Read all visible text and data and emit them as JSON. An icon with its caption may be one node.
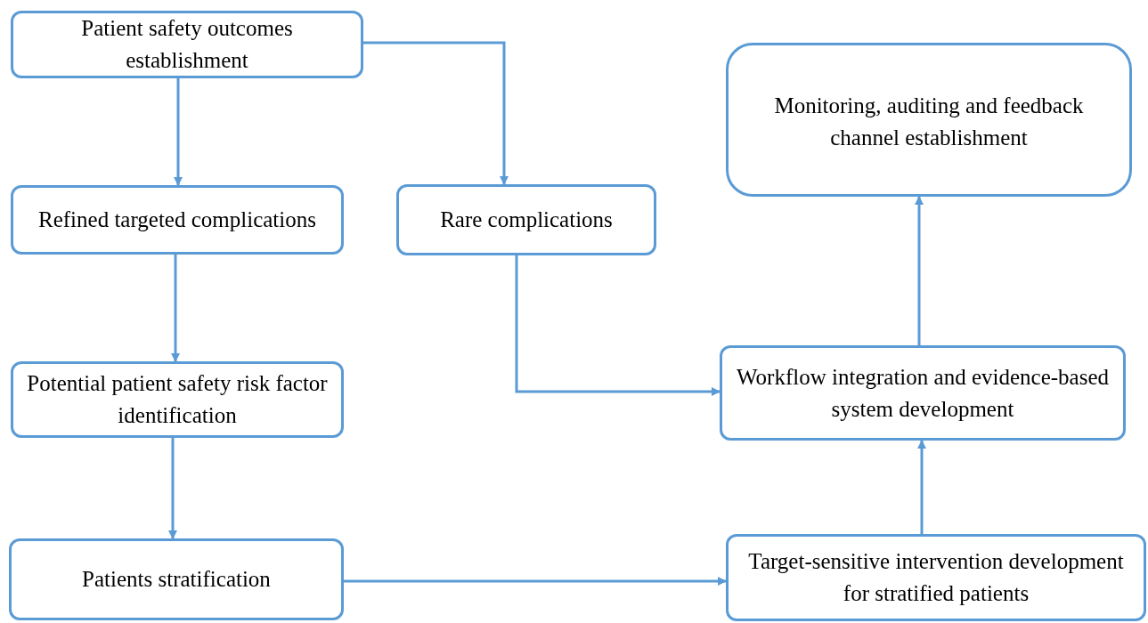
{
  "diagram": {
    "nodes": [
      {
        "text": [
          "Patient safety outcomes establishment"
        ]
      },
      {
        "text": [
          "Refined targeted complications"
        ]
      },
      {
        "text": [
          "Rare complications"
        ]
      },
      {
        "text": [
          "Potential patient safety risk factor identification"
        ]
      },
      {
        "text": [
          "Patients stratification"
        ]
      },
      {
        "text": [
          "Monitoring, auditing and feedback channel establishment"
        ]
      },
      {
        "text": [
          "Workflow integration and evidence-based system development"
        ]
      },
      {
        "text": [
          "Target-sensitive intervention development for stratified patients"
        ]
      }
    ],
    "edges": [
      {
        "from": 0,
        "to": 1,
        "arrow": "to"
      },
      {
        "from": 0,
        "to": 2,
        "arrow": "to"
      },
      {
        "from": 1,
        "to": 3,
        "arrow": "to"
      },
      {
        "from": 3,
        "to": 4,
        "arrow": "to"
      },
      {
        "from": 2,
        "to": 6,
        "arrow": "to"
      },
      {
        "from": 4,
        "to": 7,
        "arrow": "to"
      },
      {
        "from": 7,
        "to": 6,
        "arrow": "to"
      },
      {
        "from": 6,
        "to": 5,
        "arrow": "to"
      }
    ]
  }
}
